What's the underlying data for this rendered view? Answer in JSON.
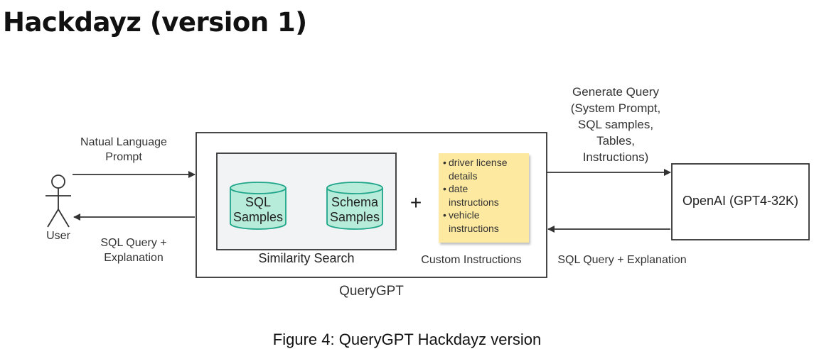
{
  "title": "Hackdayz (version 1)",
  "user": {
    "label": "User"
  },
  "prompt_in": {
    "label_line1": "Natual Language",
    "label_line2": "Prompt"
  },
  "response_out": {
    "label_line1": "SQL Query +",
    "label_line2": "Explanation"
  },
  "querygpt": {
    "label": "QueryGPT",
    "similarity_search": {
      "label": "Similarity Search",
      "sql_db": {
        "line1": "SQL",
        "line2": "Samples"
      },
      "schema_db": {
        "line1": "Schema",
        "line2": "Samples"
      }
    },
    "plus": "+",
    "custom_instructions": {
      "label": "Custom Instructions",
      "items": [
        {
          "line1": "driver license",
          "line2": "details"
        },
        {
          "line1": "date",
          "line2": "instructions"
        },
        {
          "line1": "vehicle",
          "line2": "instructions"
        }
      ]
    }
  },
  "generate_query": {
    "line1": "Generate Query",
    "line2": "(System Prompt,",
    "line3": "SQL samples,",
    "line4": "Tables,",
    "line5": "Instructions)"
  },
  "openai": {
    "label": "OpenAI (GPT4-32K)"
  },
  "openai_response": {
    "label": "SQL Query + Explanation"
  },
  "caption": "Figure 4: QueryGPT Hackdayz version",
  "colors": {
    "cylinder_fill": "#b6ecd9",
    "cylinder_stroke": "#1fa58a",
    "similarity_fill": "#f1f3f5",
    "note_fill": "#fde9a0",
    "line": "#333333"
  }
}
